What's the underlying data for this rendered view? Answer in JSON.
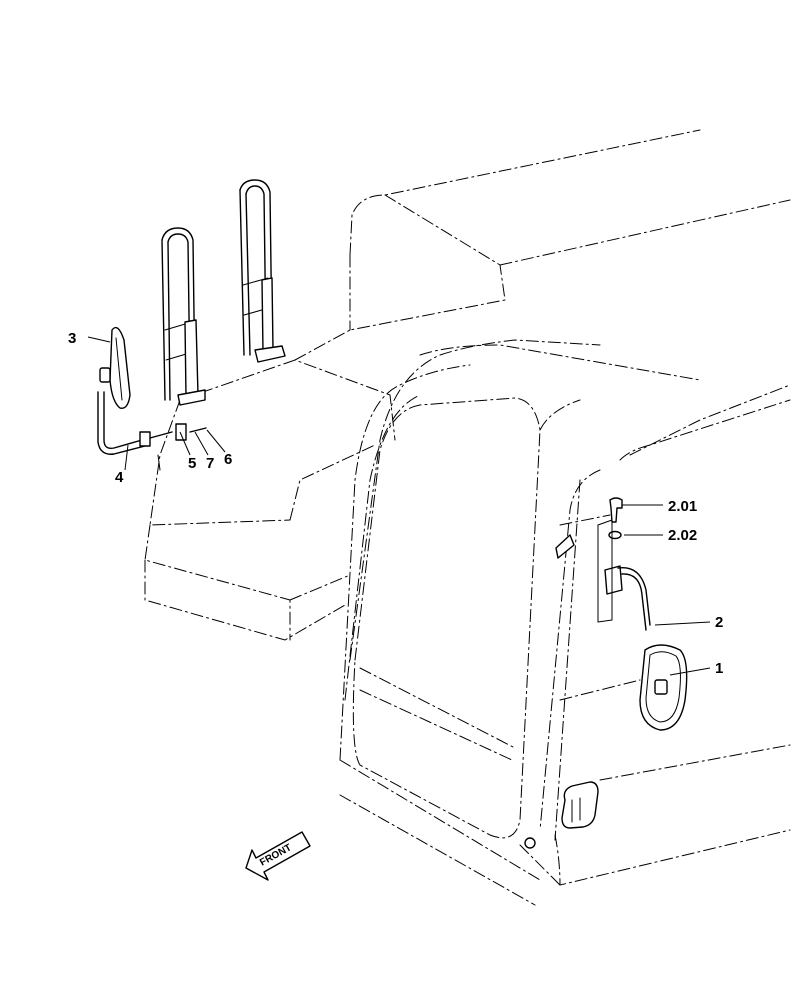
{
  "callouts": {
    "c1": "1",
    "c2": "2",
    "c201": "2.01",
    "c202": "2.02",
    "c3": "3",
    "c4": "4",
    "c5": "5",
    "c6": "6",
    "c7": "7"
  },
  "front_arrow": {
    "label": "FRONT"
  },
  "colors": {
    "line": "#000000",
    "background": "#ffffff"
  }
}
